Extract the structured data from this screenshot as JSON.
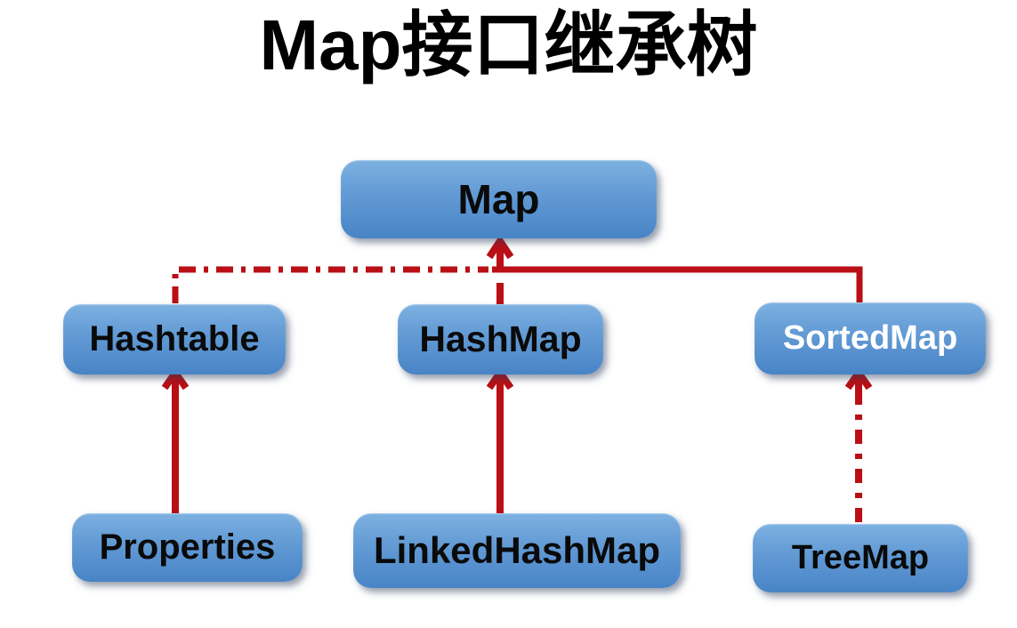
{
  "title": "Map接口继承树",
  "colors": {
    "arrow_red": "#b90f15",
    "box_gradient_top": "#7db1e1",
    "box_gradient_bottom": "#4884c6",
    "node_text_default": "#0a0a0a",
    "sortedmap_text": "#ffffff",
    "title_text": "#000000",
    "background": "#ffffff"
  },
  "nodes": [
    {
      "id": "map",
      "label": "Map"
    },
    {
      "id": "hashtable",
      "label": "Hashtable"
    },
    {
      "id": "hashmap",
      "label": "HashMap"
    },
    {
      "id": "sortedmap",
      "label": "SortedMap"
    },
    {
      "id": "properties",
      "label": "Properties"
    },
    {
      "id": "linkedhashmap",
      "label": "LinkedHashMap"
    },
    {
      "id": "treemap",
      "label": "TreeMap"
    }
  ],
  "edges": [
    {
      "from": "HashMap",
      "to": "Map",
      "style": "solid",
      "arrowhead": "up-chevron"
    },
    {
      "from": "SortedMap",
      "to": "Map",
      "style": "solid",
      "arrowhead": "joins-map-arrow"
    },
    {
      "from": "Hashtable",
      "to": "Map",
      "style": "dash-dot",
      "arrowhead": "joins-map-arrow"
    },
    {
      "from": "Properties",
      "to": "Hashtable",
      "style": "solid",
      "arrowhead": "up-chevron"
    },
    {
      "from": "LinkedHashMap",
      "to": "HashMap",
      "style": "solid",
      "arrowhead": "up-chevron"
    },
    {
      "from": "TreeMap",
      "to": "SortedMap",
      "style": "dash-dot",
      "arrowhead": "up-chevron"
    }
  ]
}
